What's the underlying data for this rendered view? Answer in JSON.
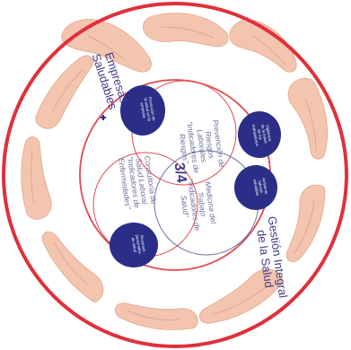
{
  "colors": {
    "outer_ring": "#e0303a",
    "inner_ring": "#e04a50",
    "inner_line": "#6d6fa8",
    "dot": "#2b2e86",
    "skin": "#f3c4ae",
    "text_primary": "#3d3b85",
    "text_secondary": "#6a6f9b"
  },
  "labels": {
    "empresas": "Empresas\nSaludables",
    "gestion": "Gestión Integral\nde la Salud",
    "center": "3/4",
    "prevencion": "Prevención de\nRiesgos\nLaborales\n\"Indicadores de\nRiesgos\"",
    "medicina": "Medicina del\nTrabajo\n\"Indicadores de\nSalud\"",
    "consultoria": "Consultoría de\nSalud Laboral\n\"Indicadores de\nEnfermedades\""
  },
  "dots": {
    "top_left": "Promoción de\nla salud en la\nempresa",
    "top_right": "Vigilancia\nde la salud\nde los\ntrabajadores",
    "right": "Ambiente\nlaboral\nsaludable",
    "bottom_left": "Recursos\npersonales\nde salud"
  },
  "icons": {
    "plus": "plus-icon"
  }
}
